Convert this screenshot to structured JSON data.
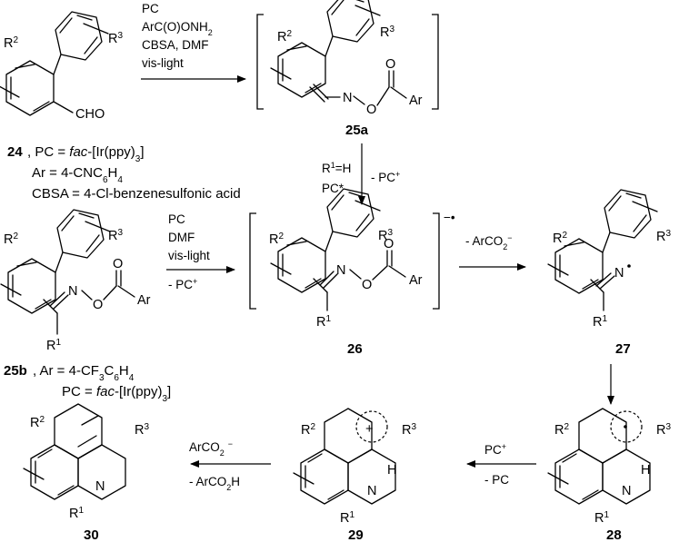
{
  "compounds": {
    "c24": {
      "number": "24",
      "pc_def": ", PC = fac-[Ir(ppy)3]",
      "ar_def": "Ar = 4-CNC6H4",
      "cbsa_def": "CBSA = 4-Cl-benzenesulfonic acid"
    },
    "c25a": {
      "number": "25a"
    },
    "c25b": {
      "number": "25b",
      "ar_def": ",  Ar = 4-CF3C6H4",
      "pc_def": "PC = fac-[Ir(ppy)3]"
    },
    "c26": {
      "number": "26",
      "charge": "−•"
    },
    "c27": {
      "number": "27"
    },
    "c28": {
      "number": "28"
    },
    "c29": {
      "number": "29"
    },
    "c30": {
      "number": "30"
    }
  },
  "atoms": {
    "R1": "R1",
    "R2": "R2",
    "R3": "R3",
    "CHO": "CHO",
    "N": "N",
    "O": "O",
    "Ar": "Ar",
    "H": "H",
    "plus": "+"
  },
  "conditions": {
    "step1": [
      "PC",
      "ArC(O)ONH2",
      "CBSA, DMF",
      "vis-light"
    ],
    "step2_left": [
      "R1=H",
      "PC*"
    ],
    "step2_right": "- PC+",
    "step3": [
      "PC",
      "DMF",
      "vis-light",
      "- PC+"
    ],
    "step4": "- ArCO2−",
    "step5": [
      "PC+",
      "- PC"
    ],
    "step6": [
      "ArCO2 −",
      "- ArCO2H"
    ]
  }
}
